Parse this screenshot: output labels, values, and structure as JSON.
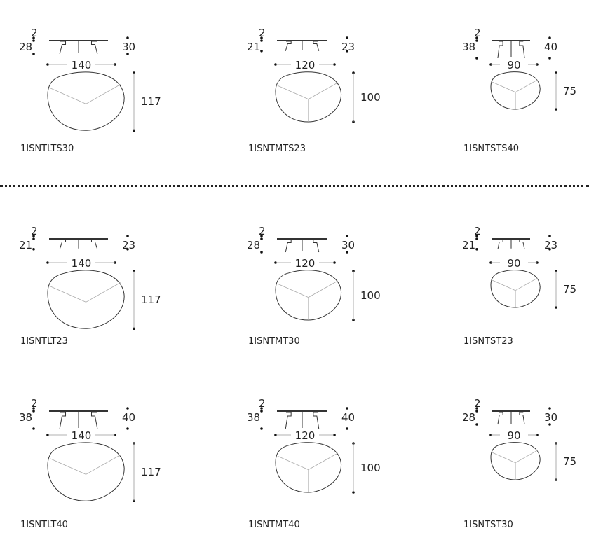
{
  "items": [
    {
      "code": "1ISNTLTS30",
      "top": "2",
      "leg": "28",
      "height": "30",
      "width": "140",
      "depth": "117"
    },
    {
      "code": "1ISNTMTS23",
      "top": "2",
      "leg": "21",
      "height": "23",
      "width": "120",
      "depth": "100"
    },
    {
      "code": "1ISNTSTS40",
      "top": "2",
      "leg": "38",
      "height": "40",
      "width": "90",
      "depth": "75"
    },
    {
      "code": "1ISNTLT23",
      "top": "2",
      "leg": "21",
      "height": "23",
      "width": "140",
      "depth": "117"
    },
    {
      "code": "1ISNTMT30",
      "top": "2",
      "leg": "28",
      "height": "30",
      "width": "120",
      "depth": "100"
    },
    {
      "code": "1ISNTST23",
      "top": "2",
      "leg": "21",
      "height": "23",
      "width": "90",
      "depth": "75"
    },
    {
      "code": "1ISNTLT40",
      "top": "2",
      "leg": "38",
      "height": "40",
      "width": "140",
      "depth": "117"
    },
    {
      "code": "1ISNTMT40",
      "top": "2",
      "leg": "38",
      "height": "40",
      "width": "120",
      "depth": "100"
    },
    {
      "code": "1ISNTST30",
      "top": "2",
      "leg": "28",
      "height": "30",
      "width": "90",
      "depth": "75"
    }
  ]
}
